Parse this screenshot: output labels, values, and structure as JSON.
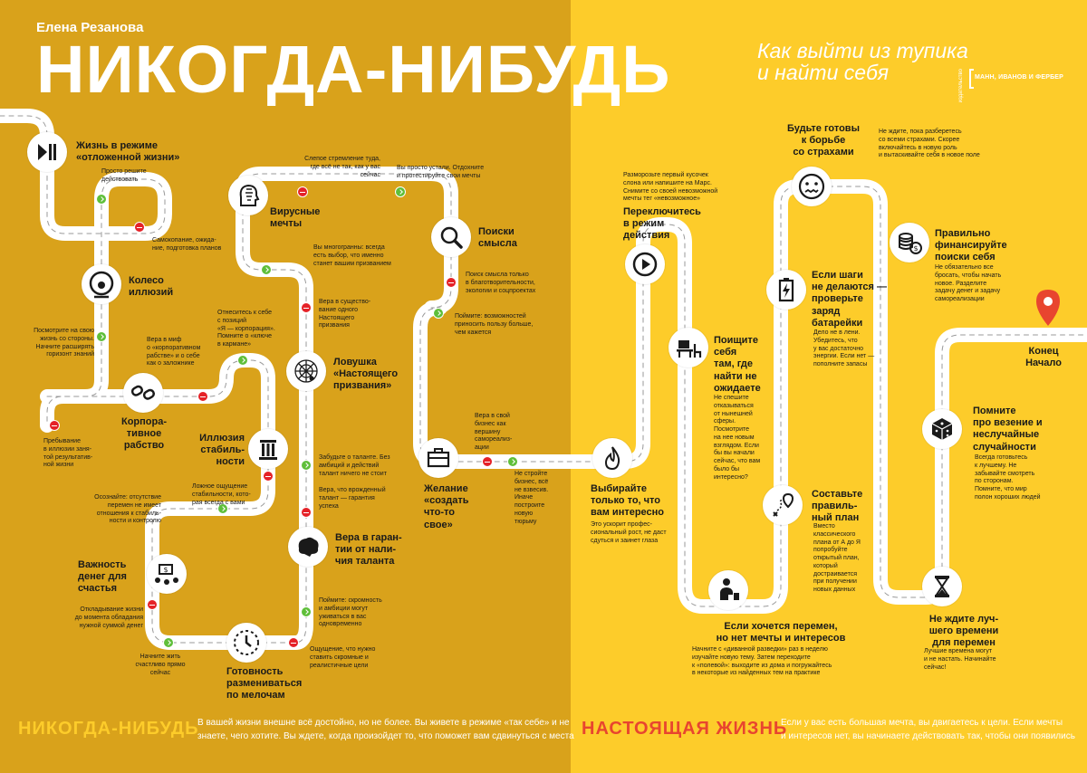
{
  "colors": {
    "left_bg": "#d9a21b",
    "right_bg": "#fdcc2a",
    "road": "#ffffff",
    "road_dash": "#9a9a9a",
    "icon": "#1a1a1a",
    "stop": "#e52228",
    "go": "#5fbf3a",
    "pin": "#e8452f",
    "bottom_left_title": "#fdcc2a",
    "bottom_right_title": "#e8452f"
  },
  "header": {
    "author": "Елена Резанова",
    "title": "НИКОГДА-НИБУДЬ",
    "subtitle_line1": "Как выйти из тупика",
    "subtitle_line2": "и найти себя",
    "publisher_label": "издательство",
    "publisher": "МАНН, ИВАНОВ И ФЕРБЕР"
  },
  "left": {
    "n1_title": [
      "Жизнь в режиме",
      "«отложенной жизни»"
    ],
    "n1_desc": "Просто решите действовать",
    "n1_stop": [
      "Самокопание, ожида-",
      "ние, подготовка планов"
    ],
    "n2_title": [
      "Колесо",
      "иллюзий"
    ],
    "n2_desc": [
      "Посмотрите на свою",
      "жизнь со стороны.",
      "Начните расширять",
      "горизонт знаний"
    ],
    "n3_title": [
      "Корпора-",
      "тивное",
      "рабство"
    ],
    "n3_desc": [
      "Вера в миф",
      "о «корпоративном",
      "рабстве» и о себе",
      "как о заложнике"
    ],
    "n3_stop": [
      "Пребывание",
      "в иллюзии заня-",
      "той результатив-",
      "ной жизни"
    ],
    "n4_desc": [
      "Отнеситесь к себе",
      "с позиций",
      "«Я — корпорация».",
      "Помните о «ключе",
      "в кармане»"
    ],
    "n5_title": [
      "Иллюзия",
      "стабиль-",
      "ности"
    ],
    "n5_desc": [
      "Ложное ощущение",
      "стабильности, кото-",
      "рая всегда с вами"
    ],
    "n5_go": [
      "Осознайте: отсутствие",
      "перемен не имеет",
      "отношения к стабиль-",
      "ности и контролю"
    ],
    "n6_title": [
      "Важность",
      "денег для",
      "счастья"
    ],
    "n6_desc": [
      "Откладывание жизни",
      "до момента обладания",
      "нужной суммой денег"
    ],
    "n6_go": [
      "Начните жить",
      "счастливо прямо",
      "сейчас"
    ],
    "n7_title": [
      "Готовность",
      "размениваться",
      "по мелочам"
    ],
    "n7_desc": [
      "Ощущение, что нужно",
      "ставить скромные и",
      "реалистичные цели"
    ],
    "n7_go": [
      "Поймите: скромность",
      "и амбиции могут",
      "уживаться в вас",
      "одновременно"
    ],
    "n8_title": [
      "Вера в гаран-",
      "тии от нали-",
      "чия таланта"
    ],
    "n8_desc": [
      "Вера, что врожденный",
      "талант — гарантия",
      "успеха"
    ],
    "n8_go": [
      "Забудьте о таланте. Без",
      "амбиций и действий",
      "талант ничего не стоит"
    ],
    "n9_title": [
      "Ловушка",
      "«Настоящего",
      "призвания»"
    ],
    "n9_desc": [
      "Вера в существо-",
      "вание одного",
      "Настоящего",
      "призвания"
    ],
    "n9_go": [
      "Вы многогранны: всегда",
      "есть выбор, что именно",
      "станет вашим призванием"
    ],
    "n10_title": [
      "Вирусные",
      "мечты"
    ],
    "n10_desc": [
      "Слепое стремление туда,",
      "где всё не так, как у вас",
      "сейчас"
    ],
    "n10_go": [
      "Вы просто устали. Отдохните",
      "и протестируйте свои мечты"
    ],
    "n11_title": [
      "Поиски",
      "смысла"
    ],
    "n11_desc": [
      "Поиск смысла только",
      "в благотворительности,",
      "экологии и соцпроектах"
    ],
    "n11_go": [
      "Поймите: возможностей",
      "приносить пользу больше,",
      "чем кажется"
    ],
    "n12_title": [
      "Желание",
      "«создать",
      "что-то",
      "свое»"
    ],
    "n12_desc": [
      "Вера в свой",
      "бизнес как",
      "вершину",
      "самореализ-",
      "ации"
    ],
    "n12_go": [
      "Не стройте",
      "бизнес, всё",
      "не взвесив.",
      "Иначе",
      "построите",
      "новую",
      "тюрьму"
    ]
  },
  "right": {
    "r1_title": [
      "Выбирайте",
      "только то, что",
      "вам интересно"
    ],
    "r1_desc": [
      "Это ускорит профес-",
      "сиональный рост, не даст",
      "сдуться и заинет глаза"
    ],
    "r2_title": [
      "Переключитесь",
      "в режим",
      "действия"
    ],
    "r2_desc": [
      "Разморозьте первый кусочек",
      "слона или напишите на Марс.",
      "Снимите со своей невозможной",
      "мечты тег «невозможное»"
    ],
    "r3_title": [
      "Поищите",
      "себя",
      "там, где",
      "найти не",
      "ожидаете"
    ],
    "r3_desc": [
      "Не спешите",
      "отказываться",
      "от нынешней",
      "сферы.",
      "Посмотрите",
      "на нее новым",
      "взглядом. Если",
      "бы вы начали",
      "сейчас, что вам",
      "было бы",
      "интересно?"
    ],
    "r4_title": [
      "Если хочется перемен,",
      "но нет мечты и интересов"
    ],
    "r4_desc": [
      "Начните с «диванной разведки» раз в неделю",
      "изучайте новую тему. Затем переходите",
      "к «полевой»: выходите из дома и погружайтесь",
      "в некоторые из найденных тем на практике"
    ],
    "r5_title": [
      "Составьте",
      "правиль-",
      "ный план"
    ],
    "r5_desc": [
      "Вместо",
      "классического",
      "плана от А до Я",
      "попробуйте",
      "открытый план,",
      "который",
      "достраивается",
      "при получении",
      "новых данных"
    ],
    "r6_title": [
      "Если шаги",
      "не делаются —",
      "проверьте",
      "заряд",
      "батарейки"
    ],
    "r6_desc": [
      "Дело не в лени.",
      "Убедитесь, что",
      "у вас достаточно",
      "энергии. Если нет —",
      "пополните запасы"
    ],
    "r7_title": [
      "Будьте готовы",
      "к борьбе",
      "со страхами"
    ],
    "r7_desc": [
      "Не ждите, пока разберетесь",
      "со всеми страхами. Скорее",
      "включайтесь в новую роль",
      "и вытаскивайте себя в новое поле"
    ],
    "r8_title": [
      "Правильно",
      "финансируйте",
      "поиски себя"
    ],
    "r8_desc": [
      "Не обязательно все",
      "бросать, чтобы начать",
      "новое. Разделите",
      "задачу денег и задачу",
      "самореализации"
    ],
    "r9_title": [
      "Не ждите луч-",
      "шего времени",
      "для перемен"
    ],
    "r9_desc": [
      "Лучшие времена могут",
      "и не настать. Начинайте",
      "сейчас!"
    ],
    "r10_title": [
      "Помните",
      "про везение и",
      "неслучайные",
      "случайности"
    ],
    "r10_desc": [
      "Всегда готовьтесь",
      "к лучшему. Не",
      "забывайте смотреть",
      "по сторонам.",
      "Помните, что мир",
      "полон хороших людей"
    ],
    "end_title": [
      "Конец",
      "Начало"
    ]
  },
  "bottom": {
    "left_title": "НИКОГДА-НИБУДЬ",
    "left_text1": "В вашей жизни внешне всё достойно, но не более. Вы живете в режиме «так себе» и не",
    "left_text2": "знаете, чего хотите. Вы ждете, когда произойдет то, что поможет вам сдвинуться с места",
    "right_title": "НАСТОЯЩАЯ ЖИЗНЬ",
    "right_text1": "Если у вас есть большая мечта, вы двигаетесь к цели. Если мечты",
    "right_text2": "и интересов нет, вы начинаете действовать так, чтобы они появились"
  }
}
